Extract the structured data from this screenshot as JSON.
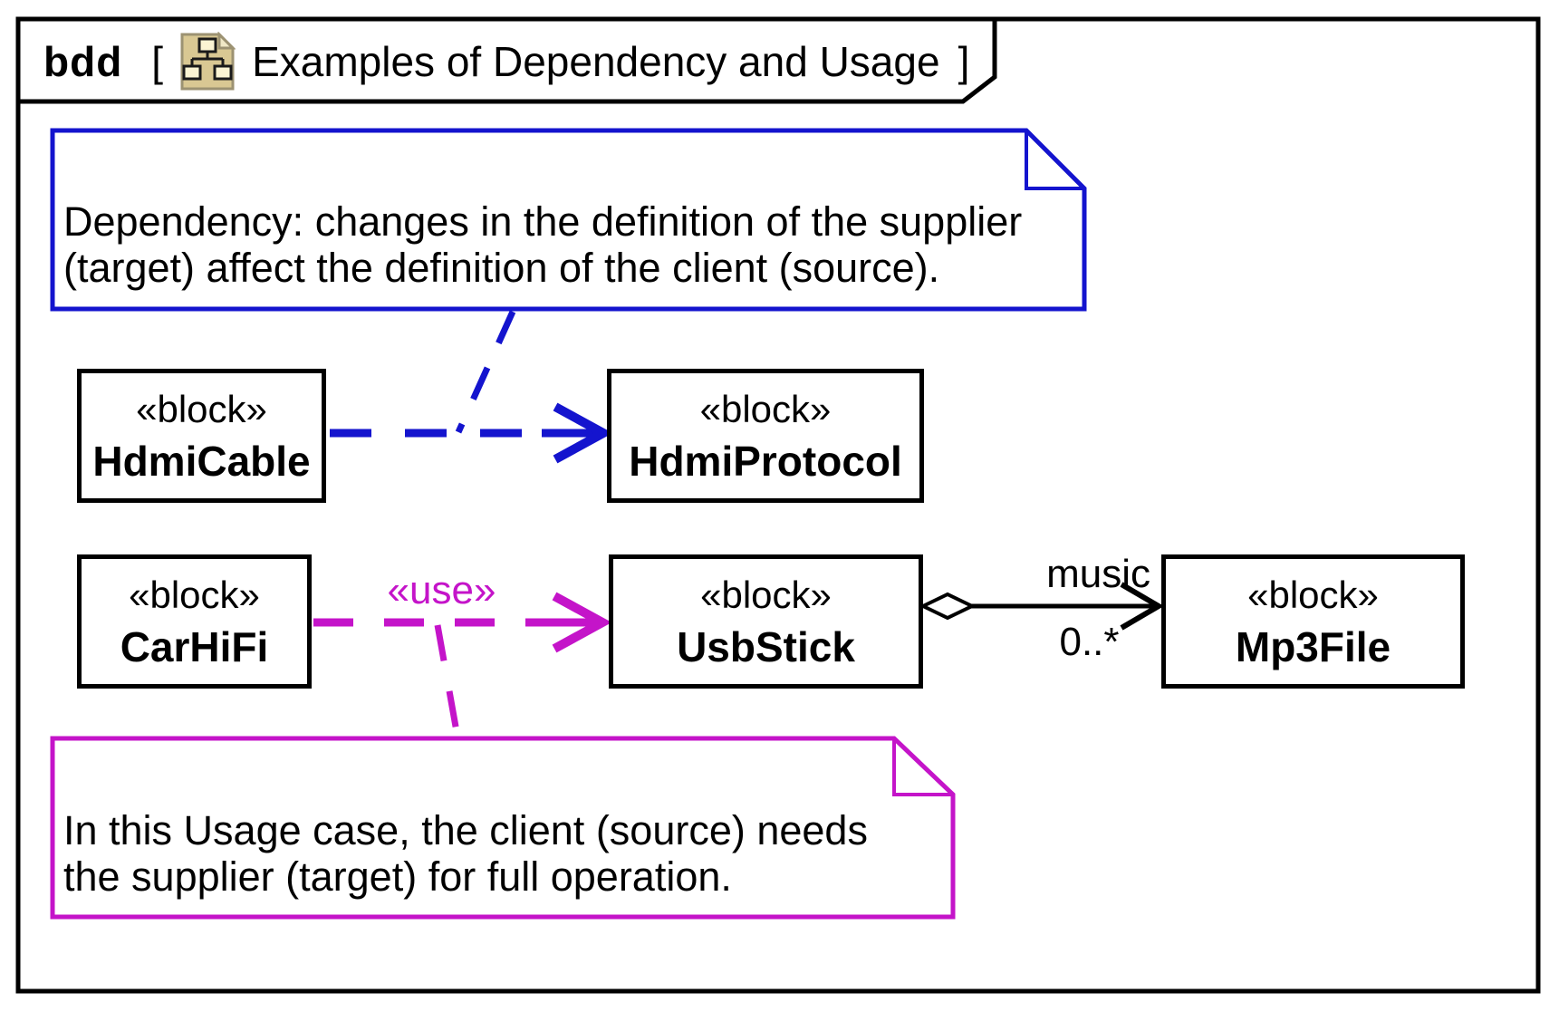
{
  "diagram": {
    "kind": "bdd",
    "bracket_open": "[",
    "bracket_close": "]",
    "title": "Examples of Dependency and Usage"
  },
  "colors": {
    "dependency_blue": "#1414CE",
    "usage_magenta": "#C414C9",
    "frame_black": "#000000",
    "icon_tan": "#D9C893"
  },
  "notes": {
    "dependency_note": {
      "line1": "Dependency: changes in the definition of the supplier",
      "line2": "(target) affect the definition of the client (source)."
    },
    "usage_note": {
      "line1": "In this Usage case, the client (source) needs",
      "line2": "the supplier (target) for full operation."
    }
  },
  "blocks": {
    "hdmi_cable": {
      "stereotype": "«block»",
      "name": "HdmiCable"
    },
    "hdmi_protocol": {
      "stereotype": "«block»",
      "name": "HdmiProtocol"
    },
    "car_hifi": {
      "stereotype": "«block»",
      "name": "CarHiFi"
    },
    "usb_stick": {
      "stereotype": "«block»",
      "name": "UsbStick"
    },
    "mp3_file": {
      "stereotype": "«block»",
      "name": "Mp3File"
    }
  },
  "relationships": {
    "dependency": {
      "from": "HdmiCable",
      "to": "HdmiProtocol"
    },
    "usage": {
      "from": "CarHiFi",
      "to": "UsbStick",
      "stereotype_label": "«use»"
    },
    "aggregation": {
      "whole": "UsbStick",
      "part": "Mp3File",
      "role_label": "music",
      "multiplicity": "0..*"
    }
  }
}
